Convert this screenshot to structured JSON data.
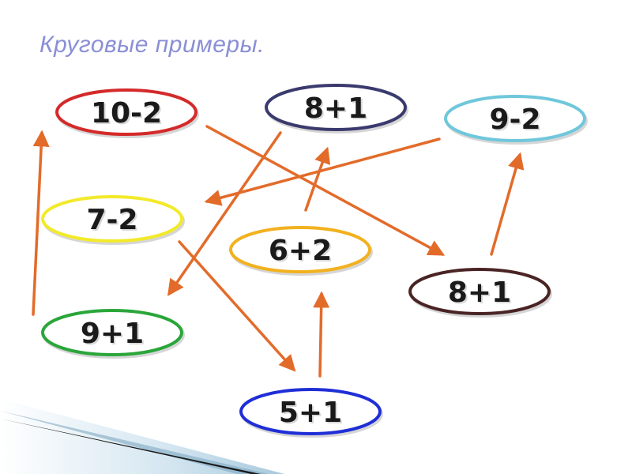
{
  "title": "Круговые примеры.",
  "colors": {
    "arrow": "#e36b2a",
    "title": "#8a8fd6"
  },
  "nodes": [
    {
      "id": "n1",
      "label": "10-2",
      "color": "#d42a2a"
    },
    {
      "id": "n2",
      "label": "8+1",
      "color": "#3a3a6e"
    },
    {
      "id": "n3",
      "label": "9-2",
      "color": "#6fc7db"
    },
    {
      "id": "n4",
      "label": "7-2",
      "color": "#f2ea2a"
    },
    {
      "id": "n5",
      "label": "6+2",
      "color": "#f2b11f"
    },
    {
      "id": "n6",
      "label": "8+1",
      "color": "#4a2424"
    },
    {
      "id": "n7",
      "label": "9+1",
      "color": "#2aa63a"
    },
    {
      "id": "n8",
      "label": "5+1",
      "color": "#1f2fd6"
    }
  ],
  "edges": [
    {
      "from": "n1",
      "to": "n6"
    },
    {
      "from": "n6",
      "to": "n3"
    },
    {
      "from": "n3",
      "to": "n4"
    },
    {
      "from": "n4",
      "to": "n8"
    },
    {
      "from": "n8",
      "to": "n5"
    },
    {
      "from": "n5",
      "to": "n2"
    },
    {
      "from": "n2",
      "to": "n7"
    },
    {
      "from": "n7",
      "to": "n1"
    }
  ]
}
